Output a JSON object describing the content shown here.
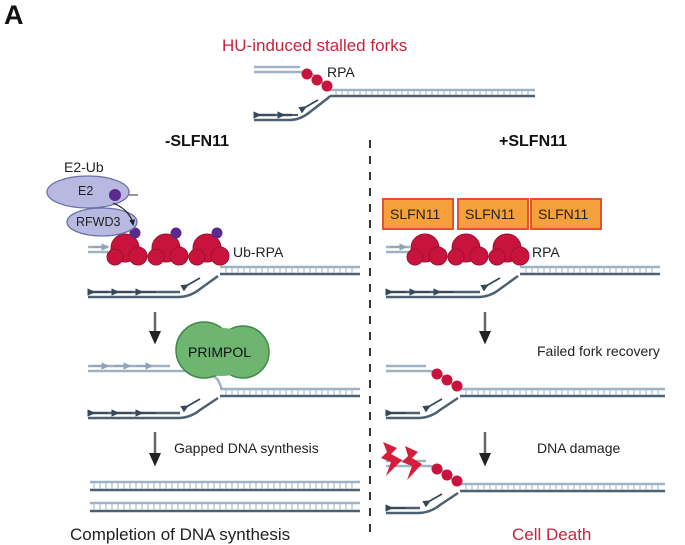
{
  "panel_label": "A",
  "title": "HU-induced stalled forks",
  "top_rpa_label": "RPA",
  "left": {
    "header": "-SLFN11",
    "e2ub_label": "E2-Ub",
    "e2_label": "E2",
    "rfwd3_label": "RFWD3",
    "ubrpa_label": "Ub-RPA",
    "primpol_label": "PRIMPOL",
    "gapped_label": "Gapped DNA synthesis",
    "completion_label": "Completion of DNA synthesis"
  },
  "right": {
    "header": "+SLFN11",
    "slfn11_labels": [
      "SLFN11",
      "SLFN11",
      "SLFN11"
    ],
    "rpa_label": "RPA",
    "failed_label": "Failed fork recovery",
    "damage_label": "DNA damage",
    "death_label": "Cell Death"
  },
  "colors": {
    "accent_red": "#c8233c",
    "rpa": "#c8143c",
    "ubiquitin": "#5b2a8c",
    "e2": "#b7b9e0",
    "primpol": "#6fb572",
    "slfn11": "#f5a03a",
    "slfn11_border": "#e0542a",
    "dna_dark": "#4d6175",
    "dna_light": "#9fb3c6"
  }
}
